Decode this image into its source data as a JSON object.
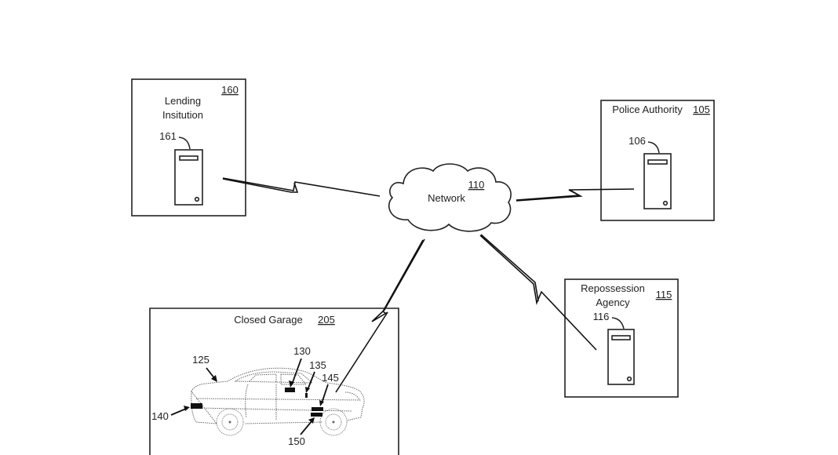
{
  "diagram": {
    "nodes": {
      "lending": {
        "label_line1": "Lending",
        "label_line2": "Insitution",
        "ref": "160",
        "server_ref": "161"
      },
      "police": {
        "label": "Police Authority",
        "ref": "105",
        "server_ref": "106"
      },
      "network": {
        "label": "Network",
        "ref": "110"
      },
      "repossession": {
        "label_line1": "Repossession",
        "label_line2": "Agency",
        "ref": "115",
        "server_ref": "116"
      },
      "garage": {
        "label": "Closed Garage",
        "ref": "205"
      }
    },
    "vehicle": {
      "ref": "125",
      "components": [
        {
          "ref": "130"
        },
        {
          "ref": "135"
        },
        {
          "ref": "140"
        },
        {
          "ref": "145"
        },
        {
          "ref": "150"
        }
      ]
    },
    "connections": [
      {
        "from": "lending",
        "to": "network",
        "type": "wireless"
      },
      {
        "from": "network",
        "to": "police",
        "type": "wireless"
      },
      {
        "from": "network",
        "to": "repossession",
        "type": "wireless"
      },
      {
        "from": "network",
        "to": "vehicle",
        "type": "wireless"
      }
    ]
  }
}
